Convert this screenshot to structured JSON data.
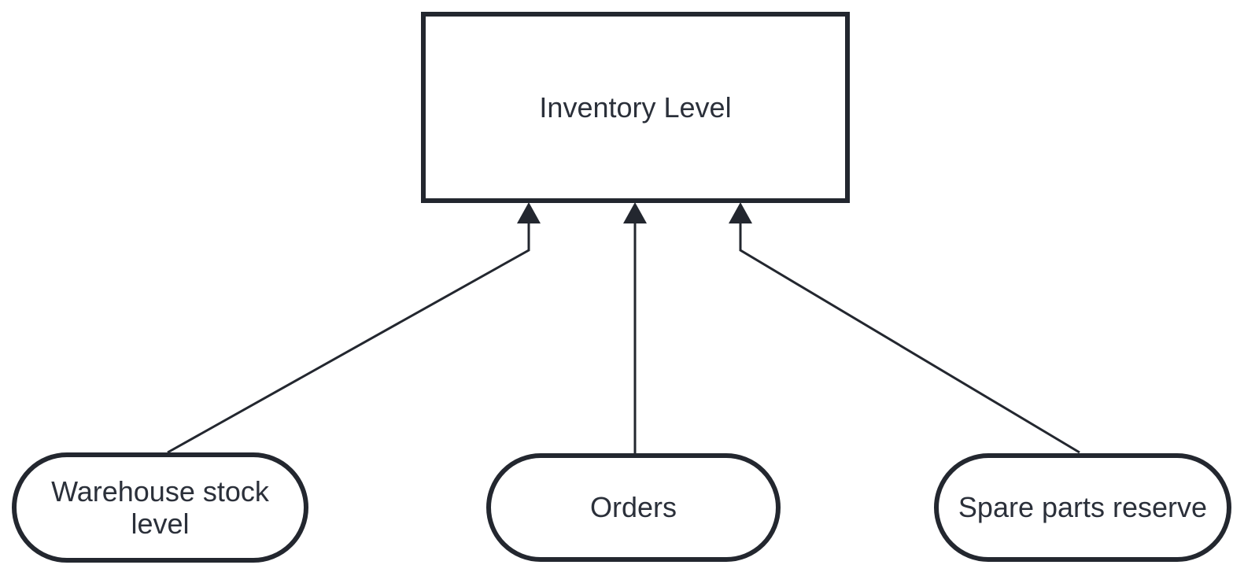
{
  "nodes": [
    {
      "id": "inventory-level",
      "shape": "rectangle",
      "label": "Inventory Level"
    },
    {
      "id": "warehouse-stock-level",
      "shape": "stadium",
      "label": "Warehouse stock level"
    },
    {
      "id": "orders",
      "shape": "stadium",
      "label": "Orders"
    },
    {
      "id": "spare-parts-reserve",
      "shape": "stadium",
      "label": "Spare parts reserve"
    }
  ],
  "edges": [
    {
      "from": "warehouse-stock-level",
      "to": "inventory-level",
      "arrowhead": "solid-triangle"
    },
    {
      "from": "orders",
      "to": "inventory-level",
      "arrowhead": "solid-triangle"
    },
    {
      "from": "spare-parts-reserve",
      "to": "inventory-level",
      "arrowhead": "solid-triangle"
    }
  ],
  "colors": {
    "stroke": "#23272f",
    "text": "#2b303a",
    "node_fill": "#ffffff",
    "background": "#ffffff"
  }
}
